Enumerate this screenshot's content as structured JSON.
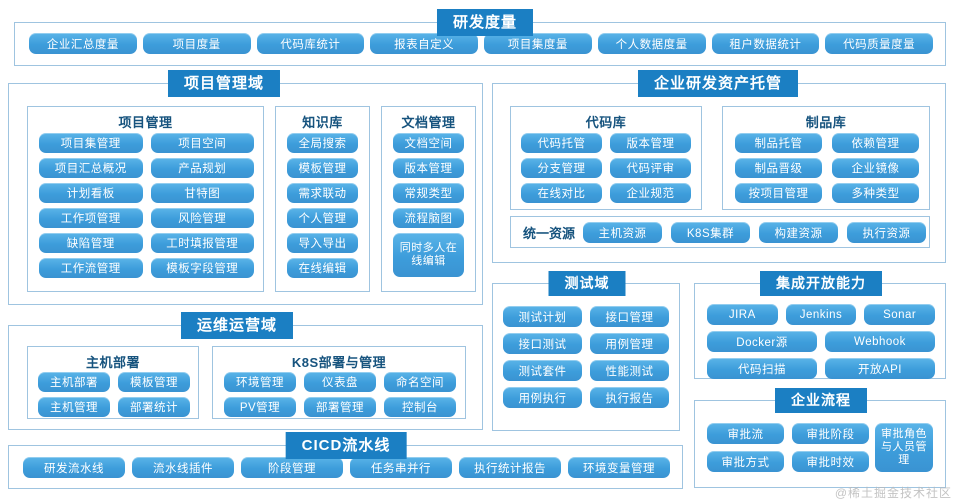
{
  "watermark": "@稀土掘金技术社区",
  "colors": {
    "header_blue": "#1b7fc3",
    "chip_blue": "#3d9ddb",
    "panel_border": "#9fc4e0",
    "sub_title": "#16537e",
    "background": "#ffffff"
  },
  "metrics": {
    "title": "研发度量",
    "items": [
      "企业汇总度量",
      "项目度量",
      "代码库统计",
      "报表自定义",
      "项目集度量",
      "个人数据度量",
      "租户数据统计",
      "代码质量度量"
    ]
  },
  "project_domain": {
    "title": "项目管理域",
    "groups": [
      {
        "title": "项目管理",
        "columns": 2,
        "items": [
          "项目集管理",
          "项目空间",
          "项目汇总概况",
          "产品规划",
          "计划看板",
          "甘特图",
          "工作项管理",
          "风险管理",
          "缺陷管理",
          "工时填报管理",
          "工作流管理",
          "模板字段管理"
        ]
      },
      {
        "title": "知识库",
        "columns": 1,
        "items": [
          "全局搜索",
          "模板管理",
          "需求联动",
          "个人管理",
          "导入导出",
          "在线编辑"
        ]
      },
      {
        "title": "文档管理",
        "columns": 1,
        "items": [
          "文档空间",
          "版本管理",
          "常规类型",
          "流程脑图",
          "同时多人在线编辑"
        ]
      }
    ]
  },
  "assets_domain": {
    "title": "企业研发资产托管",
    "groups": [
      {
        "title": "代码库",
        "columns": 2,
        "items": [
          "代码托管",
          "版本管理",
          "分支管理",
          "代码评审",
          "在线对比",
          "企业规范"
        ]
      },
      {
        "title": "制品库",
        "columns": 2,
        "items": [
          "制品托管",
          "依赖管理",
          "制品晋级",
          "企业镜像",
          "按项目管理",
          "多种类型"
        ]
      }
    ],
    "unified_resources": {
      "label": "统一资源",
      "items": [
        "主机资源",
        "K8S集群",
        "构建资源",
        "执行资源"
      ]
    }
  },
  "ops_domain": {
    "title": "运维运营域",
    "groups": [
      {
        "title": "主机部署",
        "columns": 2,
        "items": [
          "主机部署",
          "模板管理",
          "主机管理",
          "部署统计"
        ]
      },
      {
        "title": "K8S部署与管理",
        "columns": 3,
        "items": [
          "环境管理",
          "仪表盘",
          "命名空间",
          "PV管理",
          "部署管理",
          "控制台"
        ]
      }
    ]
  },
  "test_domain": {
    "title": "测试域",
    "columns": 2,
    "items": [
      "测试计划",
      "接口管理",
      "接口测试",
      "用例管理",
      "测试套件",
      "性能测试",
      "用例执行",
      "执行报告"
    ]
  },
  "integration": {
    "title": "集成开放能力",
    "row1": [
      "JIRA",
      "Jenkins",
      "Sonar"
    ],
    "row2": [
      "Docker源",
      "Webhook"
    ],
    "row3": [
      "代码扫描",
      "开放API"
    ]
  },
  "enterprise_process": {
    "title": "企业流程",
    "col1": [
      "审批流",
      "审批方式"
    ],
    "col2": [
      "审批阶段",
      "审批时效"
    ],
    "tall": "审批角色与人员管理"
  },
  "cicd": {
    "title": "CICD流水线",
    "items": [
      "研发流水线",
      "流水线插件",
      "阶段管理",
      "任务串并行",
      "执行统计报告",
      "环境变量管理"
    ]
  }
}
